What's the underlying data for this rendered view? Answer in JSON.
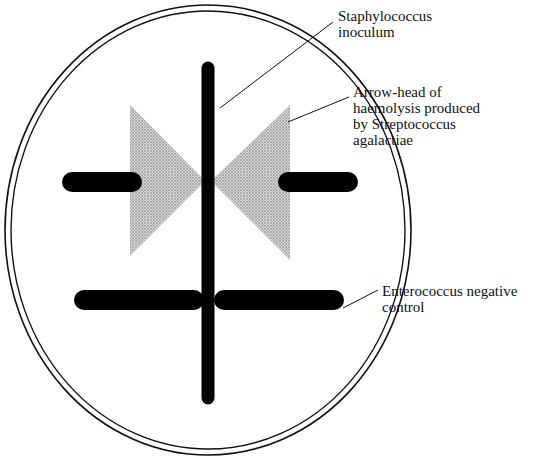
{
  "diagram": {
    "labels": [
      "Staphylococcus inoculum",
      "Arrow-head of haemolysis produced by Streptococcus agalactiae",
      "Enterococcus negative control"
    ]
  }
}
